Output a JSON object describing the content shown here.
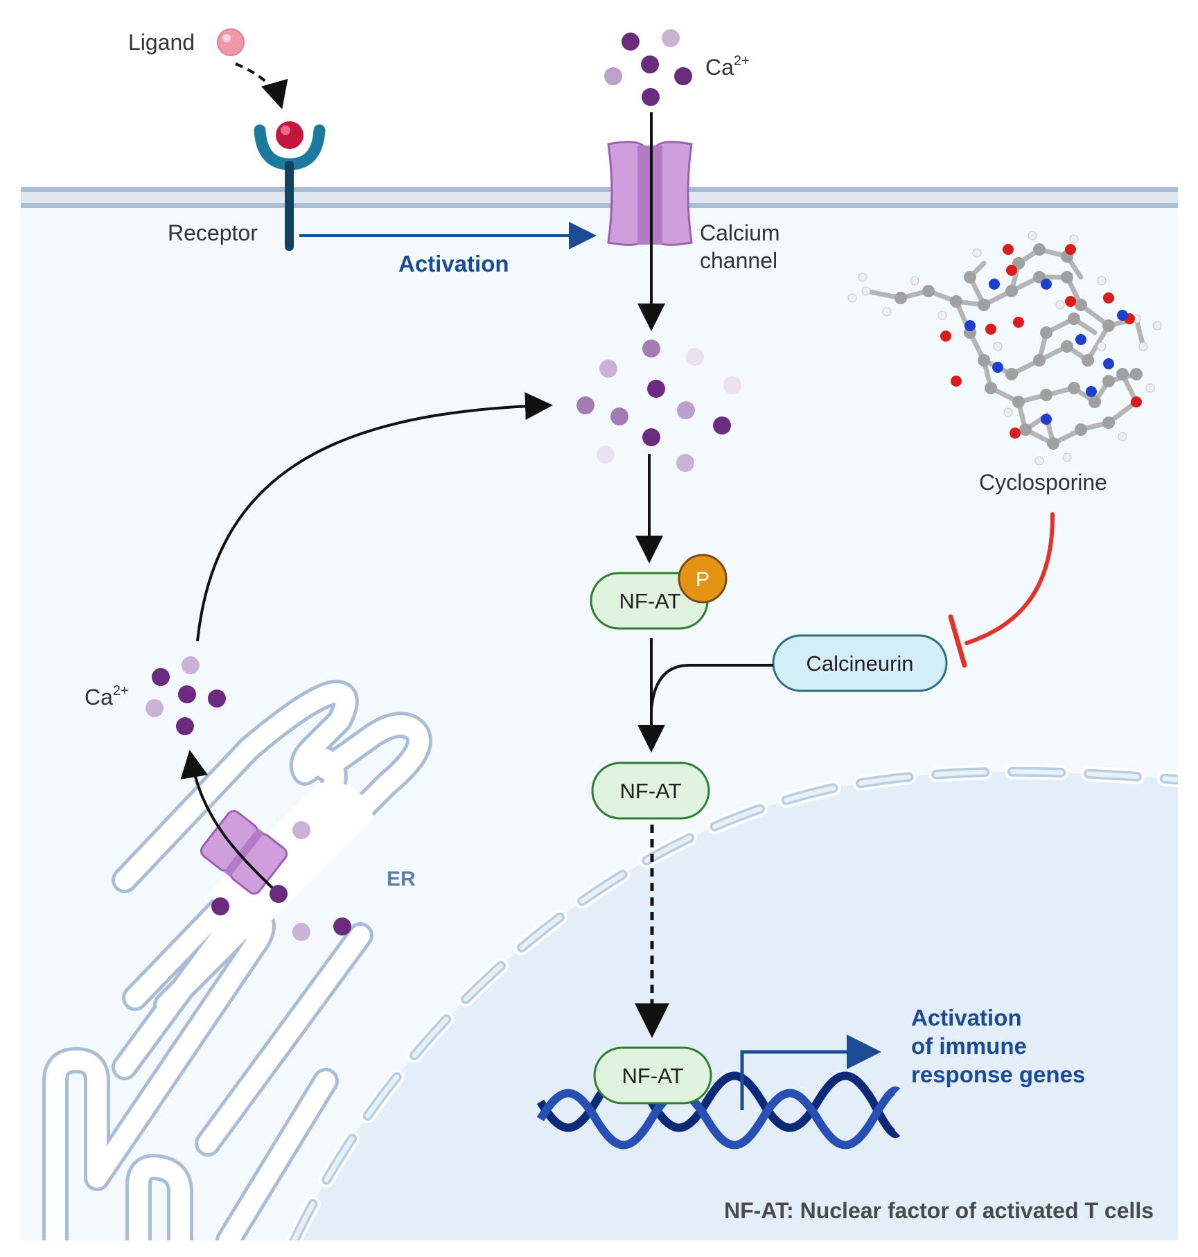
{
  "labels": {
    "ligand": "Ligand",
    "receptor": "Receptor",
    "activation": "Activation",
    "calcium_channel_line1": "Calcium",
    "calcium_channel_line2": "channel",
    "ca_top": "Ca",
    "ca_top_sup": "2+",
    "ca_left": "Ca",
    "ca_left_sup": "2+",
    "cyclosporine": "Cyclosporine",
    "calcineurin": "Calcineurin",
    "nfat_phospho": "NF-AT",
    "phosphate": "P",
    "nfat_cytosol": "NF-AT",
    "nfat_nucleus": "NF-AT",
    "er": "ER",
    "gene_activation_line1": "Activation",
    "gene_activation_line2": "of immune",
    "gene_activation_line3": "response genes",
    "footer": "NF-AT: Nuclear factor of activated T cells"
  },
  "colors": {
    "cytoplasm": "#f4f9fd",
    "nucleus": "#e4eef9",
    "membrane": "#a9bdd0",
    "arrow_blue": "#1a4b94",
    "inhibition_red": "#e0342b",
    "calcium_dark": "#6b2c7f",
    "calcium_mid": "#a47cb4",
    "calcium_light": "#dcc9e3",
    "channel": "#cf9fdd",
    "nfat_fill": "#e0f3de",
    "nfat_stroke": "#2e7d32",
    "calcineurin_fill": "#d4eef7",
    "calcineurin_stroke": "#2e6f86",
    "phosphate": "#e29412",
    "dna": "#1e3a8a",
    "er_fill": "#ffffff",
    "er_stroke": "#a9bdd6"
  }
}
